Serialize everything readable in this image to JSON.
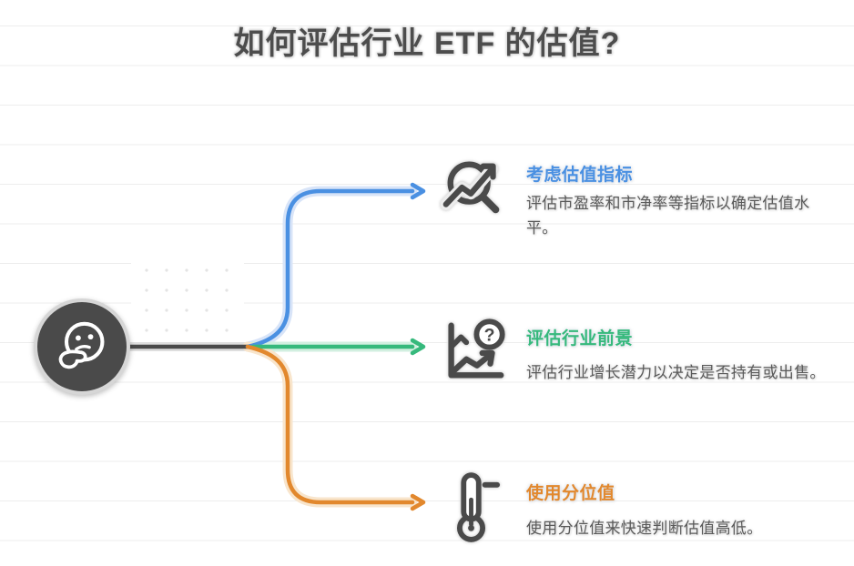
{
  "page_title": "如何评估行业 ETF 的估值?",
  "colors": {
    "title_text": "#4d4d4d",
    "node_fill": "#4a4a4a",
    "trunk_line": "#4a4a4a",
    "background": "#ffffff",
    "ruled_line": "#ededed"
  },
  "center_node": {
    "icon": "thinking-face-icon"
  },
  "branches": [
    {
      "title": "考虑估值指标",
      "description": "评估市盈率和市净率等指标以确定估值水平。",
      "color": "#4a90e2",
      "icon": "search-trend-icon"
    },
    {
      "title": "评估行业前景",
      "description": "评估行业增长潜力以决定是否持有或出售。",
      "color": "#36b97c",
      "icon": "chart-question-icon"
    },
    {
      "title": "使用分位值",
      "description": "使用分位值来快速判断估值高低。",
      "color": "#e2882d",
      "icon": "thermometer-icon"
    }
  ]
}
